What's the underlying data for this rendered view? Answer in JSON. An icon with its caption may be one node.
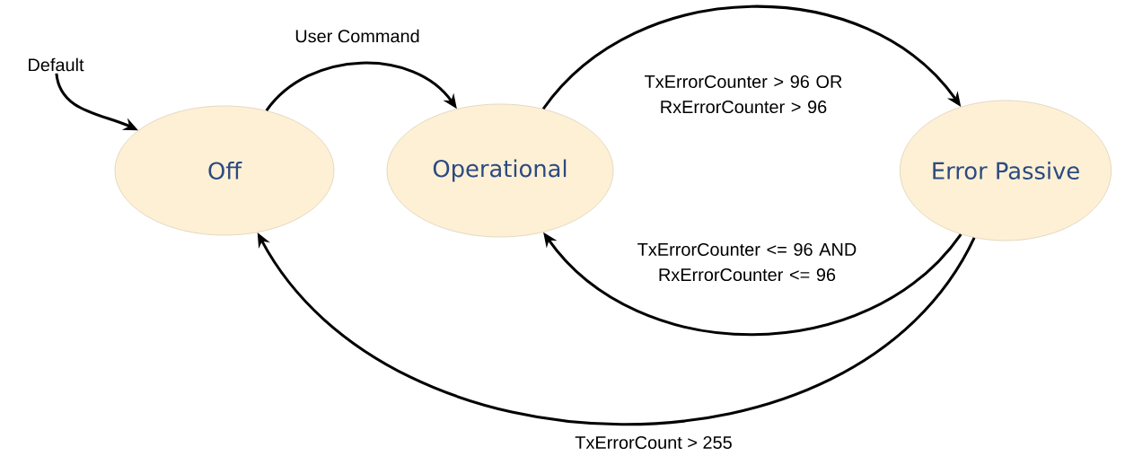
{
  "diagram": {
    "nodes": [
      {
        "text": [
          "Default"
        ]
      },
      {
        "text": [
          "Off"
        ]
      },
      {
        "text": [
          "Operational"
        ]
      },
      {
        "text": [
          "Error Passive"
        ]
      }
    ],
    "edges": [
      {
        "from": 0,
        "to": 1,
        "arrow": "to"
      },
      {
        "from": 1,
        "to": 2,
        "arrow": "to",
        "label": "User Command"
      },
      {
        "from": 2,
        "to": 3,
        "arrow": "to",
        "label": "TxErrorCounter > 96 OR RxErrorCounter > 96"
      },
      {
        "from": 3,
        "to": 2,
        "arrow": "to",
        "label": "TxErrorCounter <= 96 AND RxErrorCounter <= 96"
      },
      {
        "from": 3,
        "to": 1,
        "arrow": "to",
        "label": "TxErrorCount > 255"
      }
    ]
  }
}
